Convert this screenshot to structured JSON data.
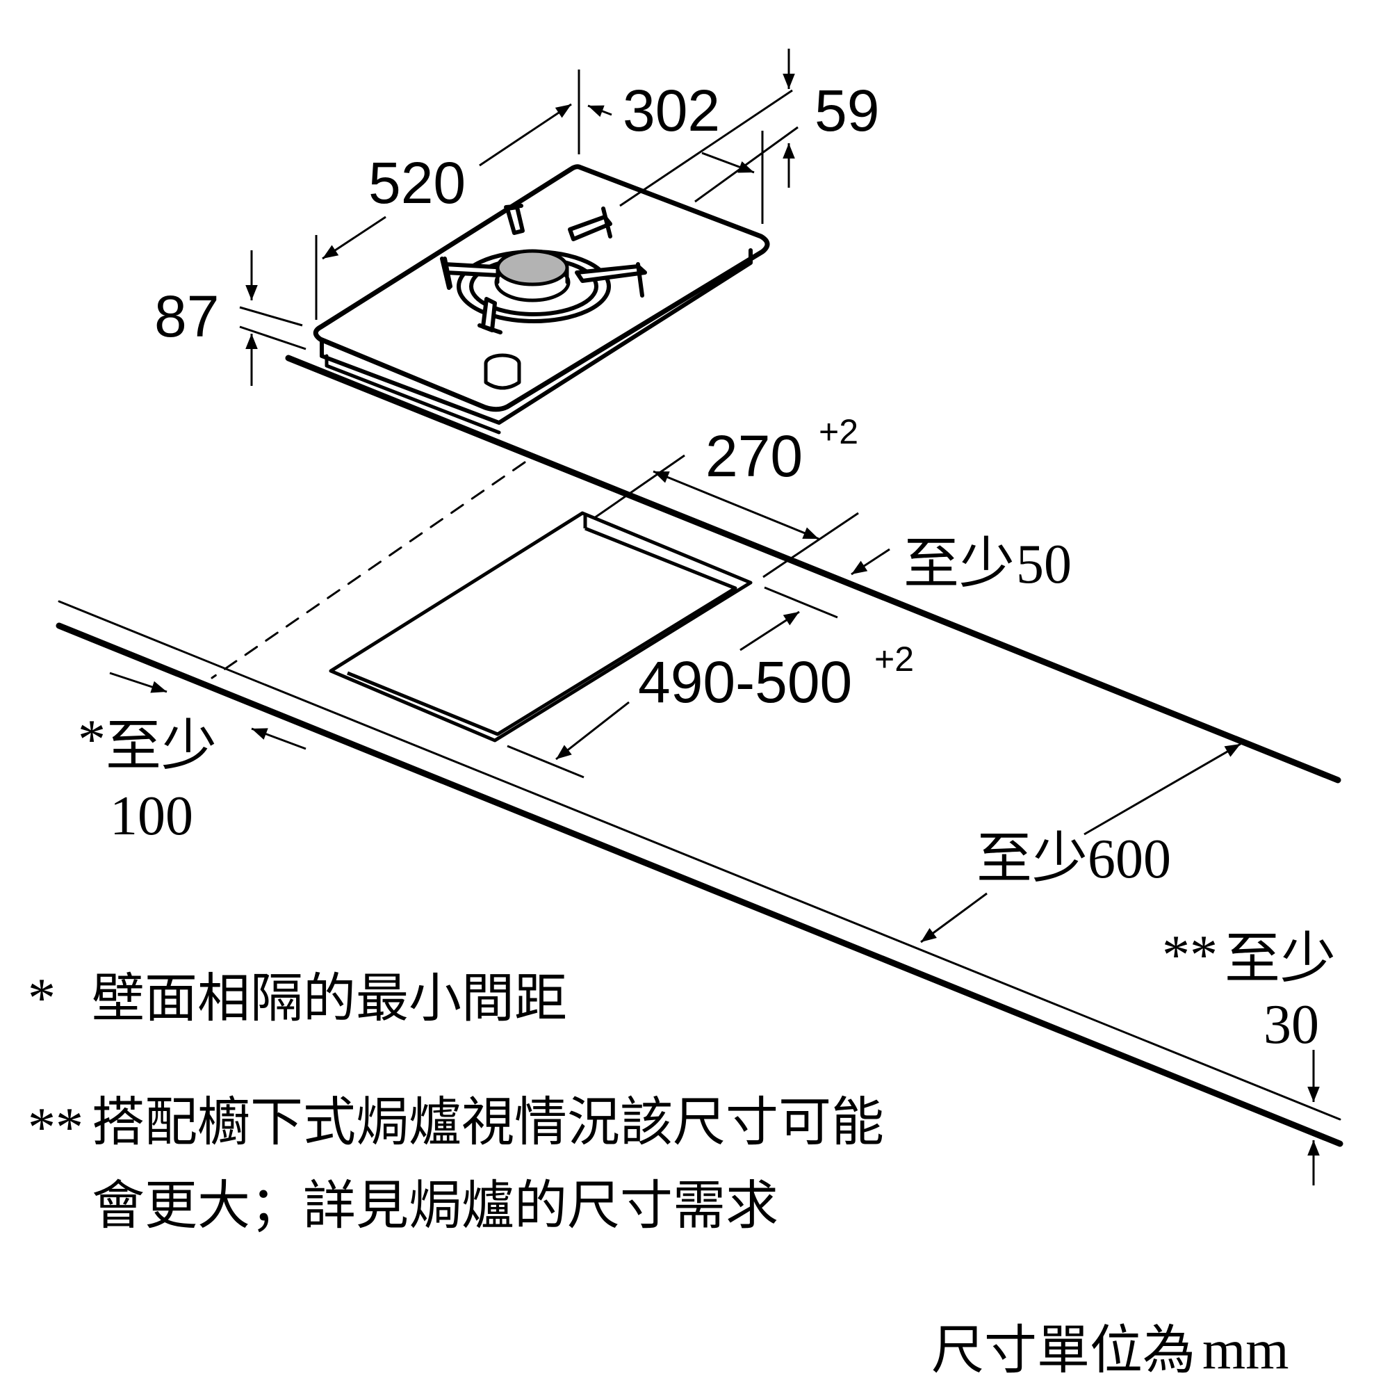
{
  "colors": {
    "line": "#000000",
    "background": "#ffffff",
    "burner": "#b3b3b3"
  },
  "dimensions": {
    "width_302": "302",
    "depth_520": "520",
    "height_59": "59",
    "height_87": "87",
    "cutout_width": "270",
    "cutout_width_tol": "+2",
    "cutout_depth": "490-500",
    "cutout_depth_tol": "+2",
    "rear_clearance_label": "至少",
    "rear_clearance_value": "50",
    "side_clearance_prefix": "*",
    "side_clearance_label": "至少",
    "side_clearance_value": "100",
    "worktop_depth_label": "至少",
    "worktop_depth_value": "600",
    "front_clearance_prefix": "**",
    "front_clearance_label": "至少",
    "front_clearance_value": "30"
  },
  "notes": {
    "note1_marker": "*",
    "note1_text": "壁面相隔的最小間距",
    "note2_marker": "**",
    "note2_line1": "搭配櫥下式焗爐視情況該尺寸可能",
    "note2_line2": "會更大；詳見焗爐的尺寸需求"
  },
  "units": {
    "label": "尺寸單位為",
    "unit": "mm"
  }
}
